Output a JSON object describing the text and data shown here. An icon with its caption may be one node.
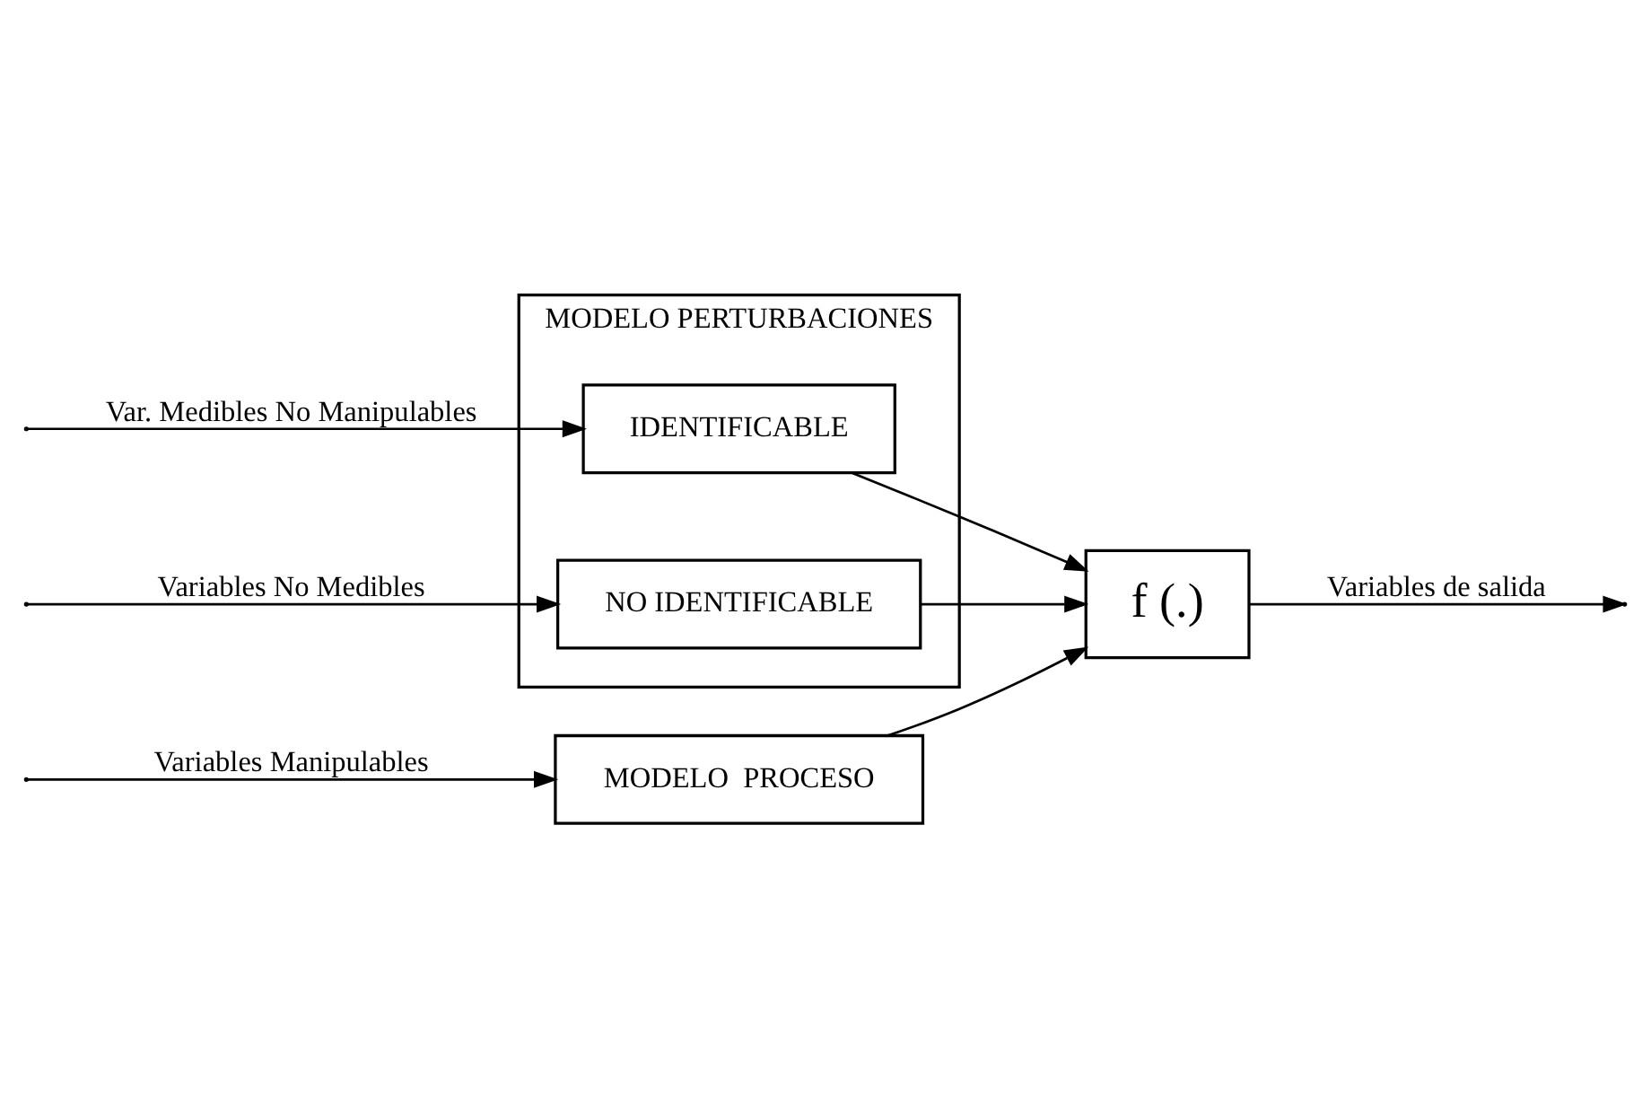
{
  "diagram": {
    "nodes": [
      {
        "text": [
          "MODELO  PROCESO"
        ]
      },
      {
        "text": [
          "MODELO PERTURBACIONES"
        ]
      },
      {
        "text": [
          "IDENTIFICABLE"
        ],
        "in": 1
      },
      {
        "text": [
          "NO IDENTIFICABLE"
        ],
        "in": 1
      },
      {
        "text": [
          "f (.)"
        ]
      }
    ],
    "edges": [
      {
        "from": null,
        "to": 0,
        "arrow": "to",
        "label": "Variables Manipulables"
      },
      {
        "from": null,
        "to": 2,
        "arrow": "to",
        "label": "Var. Medibles No Manipulables"
      },
      {
        "from": null,
        "to": 3,
        "arrow": "to",
        "label": "Variables No Medibles"
      },
      {
        "from": 0,
        "to": 4,
        "arrow": "to"
      },
      {
        "from": 2,
        "to": 4,
        "arrow": "to"
      },
      {
        "from": 3,
        "to": 4,
        "arrow": "to"
      },
      {
        "from": 4,
        "to": null,
        "arrow": "to",
        "label": "Variables de salida"
      }
    ]
  }
}
